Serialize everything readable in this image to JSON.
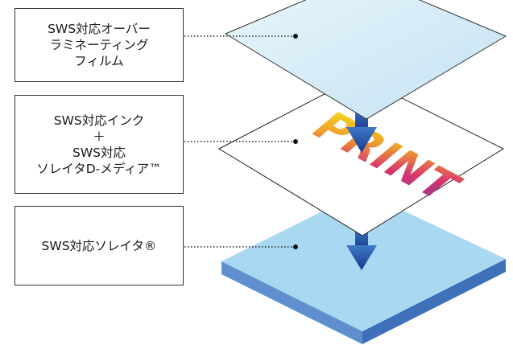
{
  "labels": {
    "film": [
      "SWS対応オーバー",
      "ラミネーティング",
      "フィルム"
    ],
    "ink": [
      "SWS対応インク",
      "＋",
      "SWS対応",
      "ソレイタD-メディア™"
    ],
    "base": [
      "SWS対応ソレイタ®"
    ]
  },
  "artwork_text": "PRINT",
  "colors": {
    "arrow_top": "#3d78c8",
    "arrow_bottom": "#1a3a8a",
    "substrate_top": "#a8d8f2",
    "substrate_left": "#5e8fcf",
    "substrate_right": "#3e71b8",
    "film_light": "#eaf6fc",
    "film_dark": "#c4e2f2"
  }
}
